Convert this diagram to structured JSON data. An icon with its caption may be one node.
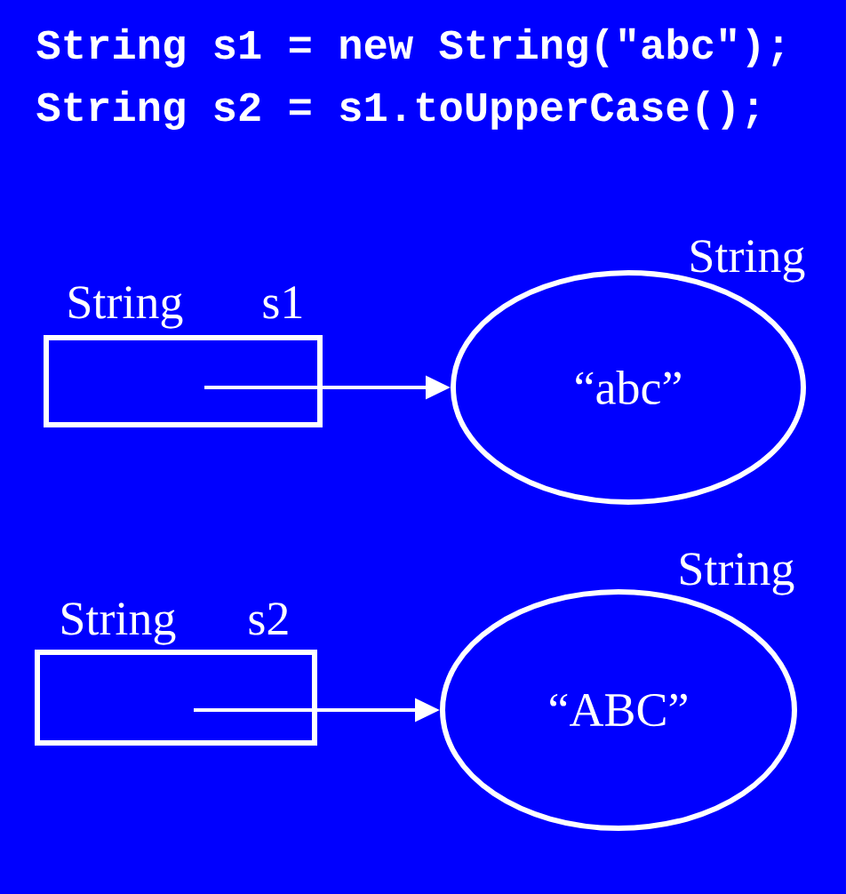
{
  "diagram": {
    "nodes": [
      {
        "text": [],
        "shape": "box",
        "beside": [
          "String",
          "s1"
        ]
      },
      {
        "text": [
          "“abc”"
        ],
        "beside": [
          "String"
        ]
      },
      {
        "text": [],
        "shape": "box",
        "beside": [
          "String",
          "s2"
        ]
      },
      {
        "text": [
          "“ABC”"
        ],
        "beside": [
          "String"
        ]
      }
    ],
    "edges": [
      {
        "from": 0,
        "to": 1,
        "arrow": "to"
      },
      {
        "from": 2,
        "to": 3,
        "arrow": "to"
      }
    ],
    "labels": [
      "String s1 = new String(\"abc\");",
      "String s2 = s1.toUpperCase();"
    ]
  }
}
